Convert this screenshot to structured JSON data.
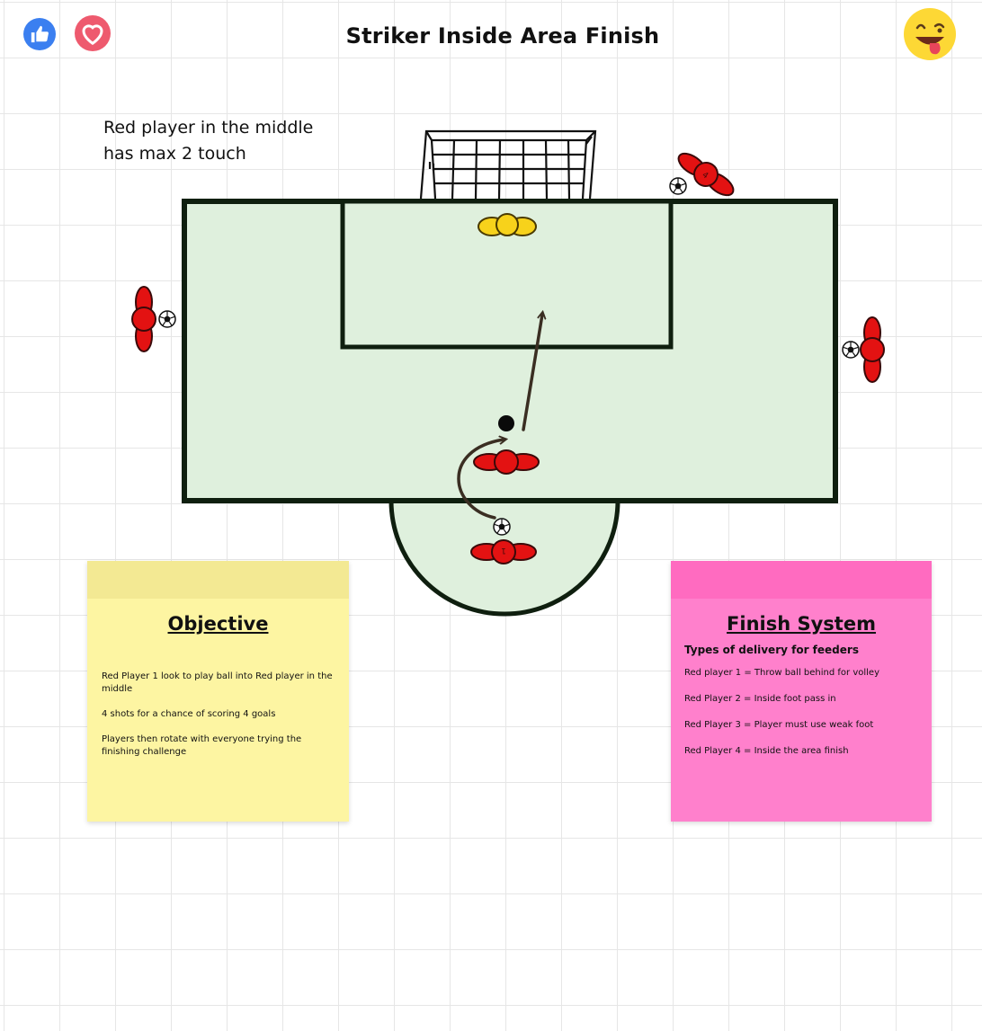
{
  "header": {
    "title": "Striker Inside Area Finish",
    "icons": [
      "thumbs-up-icon",
      "heart-icon",
      "tongue-out-emoji-icon"
    ],
    "colors": {
      "like": "#3b7ff0",
      "heart": "#ee5a6e",
      "emoji": "#fdd835"
    }
  },
  "board_note": {
    "line1": "Red player in the middle",
    "line2": "has max 2 touch"
  },
  "pitch": {
    "colors": {
      "grass": "#dff0dd",
      "lines": "#0f1f0f",
      "red_player": "#e31212",
      "yellow_player": "#f7d21b",
      "arrow": "#3a2e22"
    }
  },
  "objective_note": {
    "title": "Objective",
    "paragraphs": [
      "Red Player 1 look to play ball into Red player in the middle",
      "4 shots for a chance of scoring 4 goals",
      "Players then rotate with everyone trying the finishing challenge"
    ],
    "color": "#fdf5a2"
  },
  "finish_note": {
    "title": "Finish System",
    "subtitle": "Types of delivery for feeders",
    "items": [
      "Red player 1 = Throw ball behind for volley",
      "Red Player 2 = Inside foot pass in",
      "Red Player 3 = Player must use weak foot",
      "Red Player 4 = Inside the area finish"
    ],
    "color": "#ff80cc"
  }
}
